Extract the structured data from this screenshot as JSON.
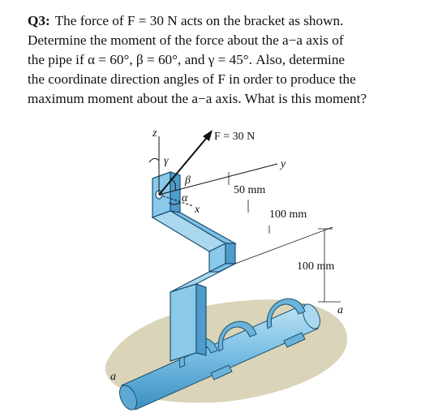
{
  "problem": {
    "label": "Q3:",
    "lines": [
      "The force of F = 30 N acts on the bracket as shown.",
      "Determine the moment of the force about the a−a axis of",
      "the pipe if α = 60°, β = 60°, and γ = 45°. Also, determine",
      "the coordinate direction angles of F in order to produce the",
      "maximum moment about the a−a axis. What is this moment?"
    ]
  },
  "figure": {
    "labels": {
      "z": "z",
      "force": "F = 30 N",
      "y": "y",
      "gamma": "γ",
      "beta": "β",
      "alpha": "α",
      "x": "x",
      "dim_50": "50 mm",
      "dim_100_horizontal": "100 mm",
      "dim_100_vertical": "100 mm",
      "a_right": "a",
      "a_left": "a"
    },
    "colors": {
      "bracket": "#6ab4dc",
      "bracket_dark": "#3f8fbf",
      "pipe": "#7cc0e6",
      "shadow": "#cfc9a4",
      "line": "#111111"
    }
  }
}
